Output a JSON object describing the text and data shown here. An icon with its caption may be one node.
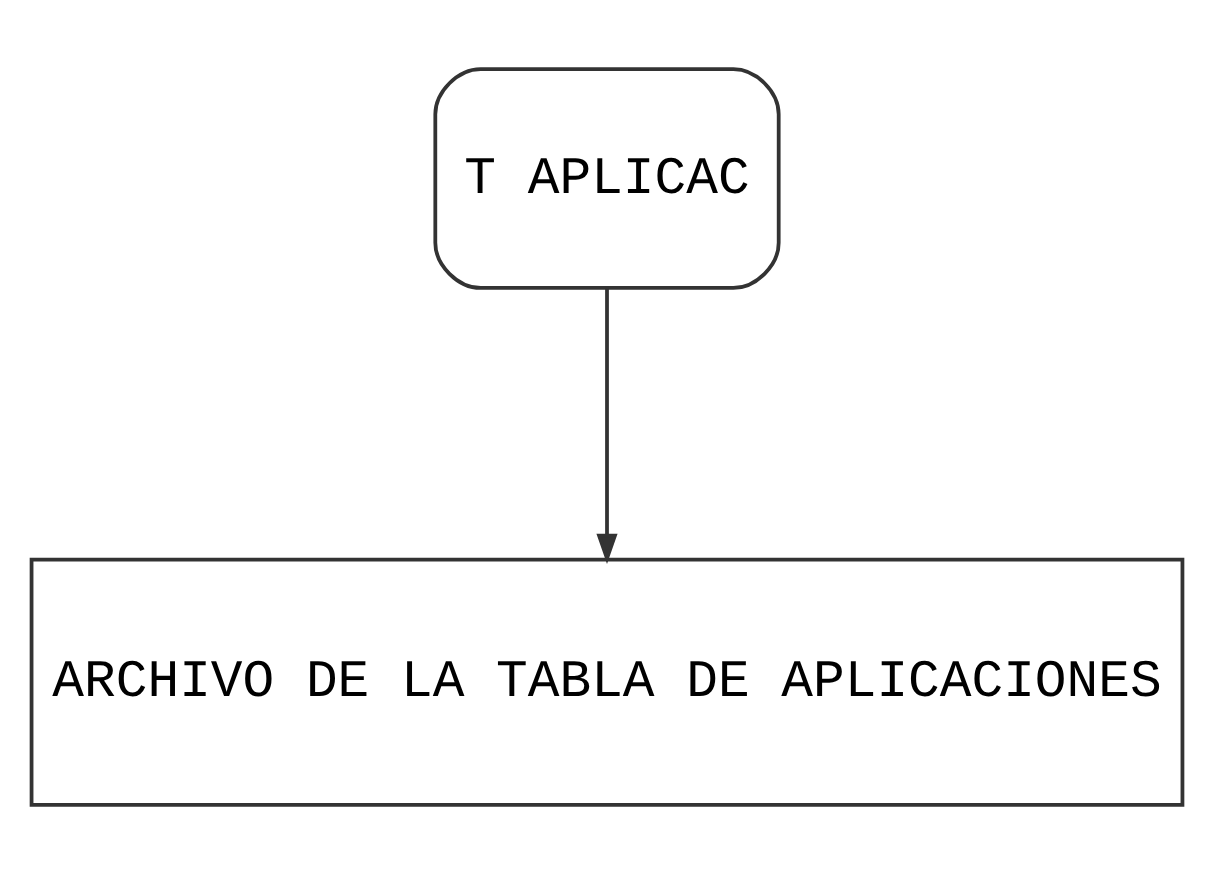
{
  "diagram": {
    "nodes": [
      {
        "text": [
          "T APLICAC"
        ]
      },
      {
        "text": [
          "ARCHIVO DE LA TABLA DE APLICACIONES"
        ]
      }
    ],
    "edges": [
      {
        "from": 0,
        "to": 1,
        "arrow": "to"
      }
    ]
  }
}
